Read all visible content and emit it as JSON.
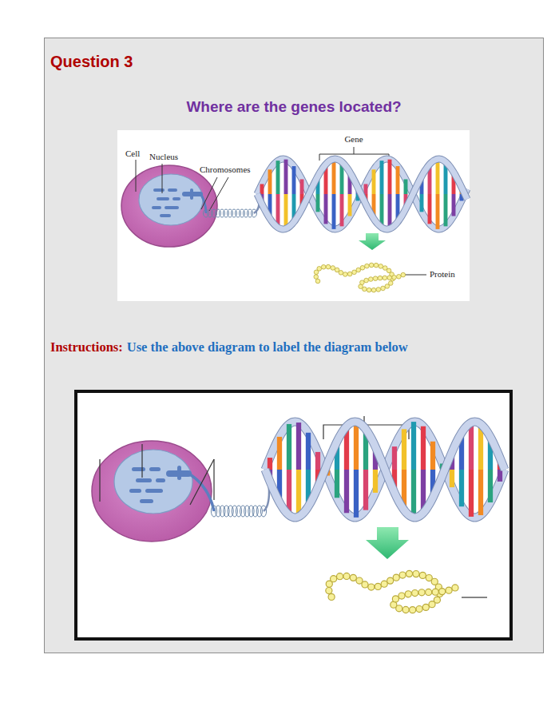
{
  "diagram": {
    "title": "Question 3",
    "labels": [
      "Where are the genes located?",
      "Cell",
      "Nucleus",
      "Chromosomes",
      "Gene",
      "Protein",
      "Instructions:",
      "Use the above diagram to label the diagram below"
    ]
  }
}
